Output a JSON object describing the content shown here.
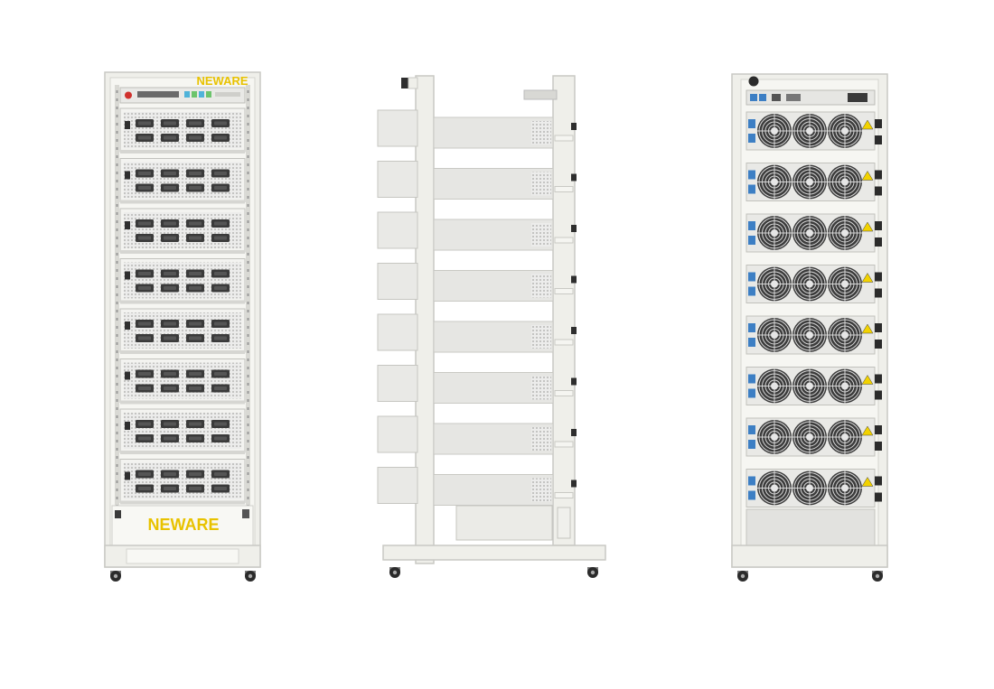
{
  "product_views": [
    {
      "name": "front-view"
    },
    {
      "name": "side-view"
    },
    {
      "name": "rear-view"
    }
  ],
  "brand": {
    "top_label": "NEWARE",
    "bottom_label": "NEWARE",
    "color": "#e8c200"
  },
  "colors": {
    "frame": "#efefea",
    "frame_edge": "#c9c9c4",
    "module_face": "#dcdcd8",
    "connector": "#3a3a3a",
    "fan_grille": "#4a4a4a",
    "warning_label": "#f2d200",
    "wheel": "#2b2b2b"
  },
  "icons": [
    "power-button-icon",
    "fan-icon",
    "warning-label-icon",
    "caster-wheel-icon"
  ],
  "module_count": 8
}
